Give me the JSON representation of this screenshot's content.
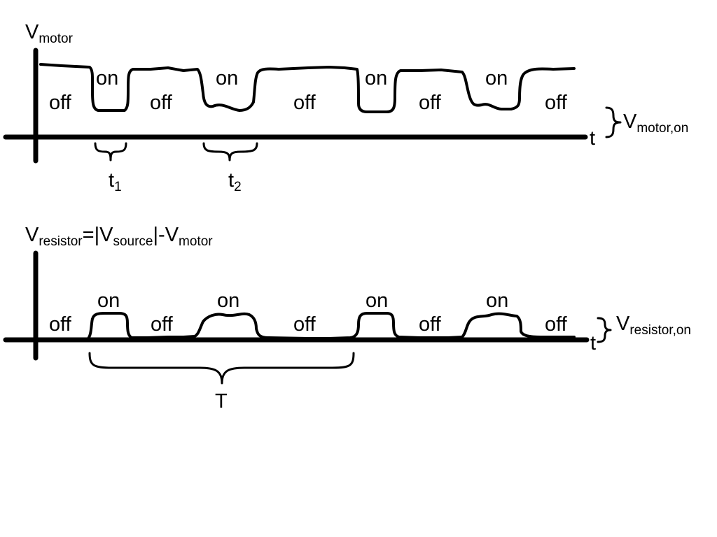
{
  "top_plot": {
    "y_label": {
      "base": "V",
      "sub": "motor"
    },
    "x_label": "t",
    "segments": [
      "off",
      "on",
      "off",
      "on",
      "off",
      "on",
      "off",
      "on",
      "off"
    ],
    "interval_labels": [
      {
        "base": "t",
        "sub": "1"
      },
      {
        "base": "t",
        "sub": "2"
      }
    ],
    "level_label": {
      "base": "V",
      "sub": "motor,on"
    }
  },
  "bottom_plot": {
    "y_label": {
      "v1": "V",
      "s1": "resistor",
      "eq": "=|",
      "v2": "V",
      "s2": "source",
      "mid": "|-",
      "v3": "V",
      "s3": "motor"
    },
    "x_label": "t",
    "segments": [
      "off",
      "on",
      "off",
      "on",
      "off",
      "on",
      "off",
      "on",
      "off"
    ],
    "period_label": "T",
    "level_label": {
      "base": "V",
      "sub": "resistor,on"
    }
  }
}
